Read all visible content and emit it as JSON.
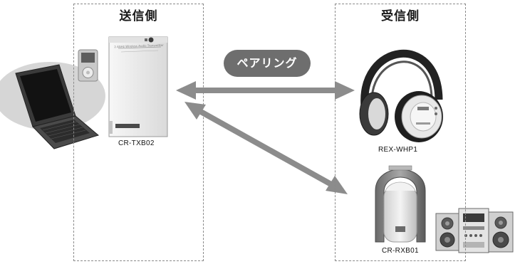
{
  "zones": {
    "sender_title": "送信側",
    "receiver_title": "受信側"
  },
  "pairing": {
    "label": "ペアリング"
  },
  "devices": {
    "transmitter_label": "CR-TXB02",
    "headphones_label": "REX-WHP1",
    "receiver_label": "CR-RXB01",
    "transmitter_body_text": "2.4GHz Wireless Audio Transmitter"
  },
  "colors": {
    "arrow": "#8c8c8c",
    "badge": "#6e6e6e",
    "ellipse": "#d6d6d6",
    "dash": "#8a8a8a"
  }
}
